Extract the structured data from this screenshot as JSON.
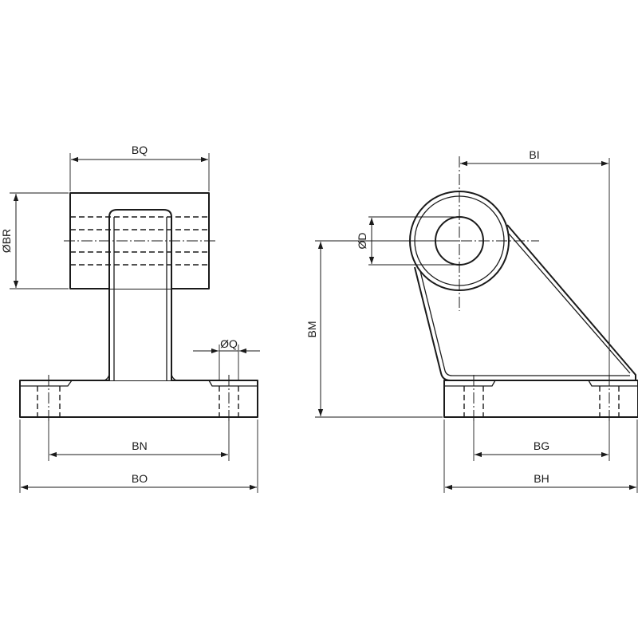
{
  "drawing": {
    "line_color": "#1a1a1a",
    "background": "#ffffff",
    "front_view": {
      "dims": {
        "bq": "BQ",
        "br": "ØBR",
        "q": "ØQ",
        "bn": "BN",
        "bo": "BO"
      }
    },
    "side_view": {
      "dims": {
        "bi": "BI",
        "d": "ØD",
        "bm": "BM",
        "bg": "BG",
        "bh": "BH"
      }
    }
  }
}
